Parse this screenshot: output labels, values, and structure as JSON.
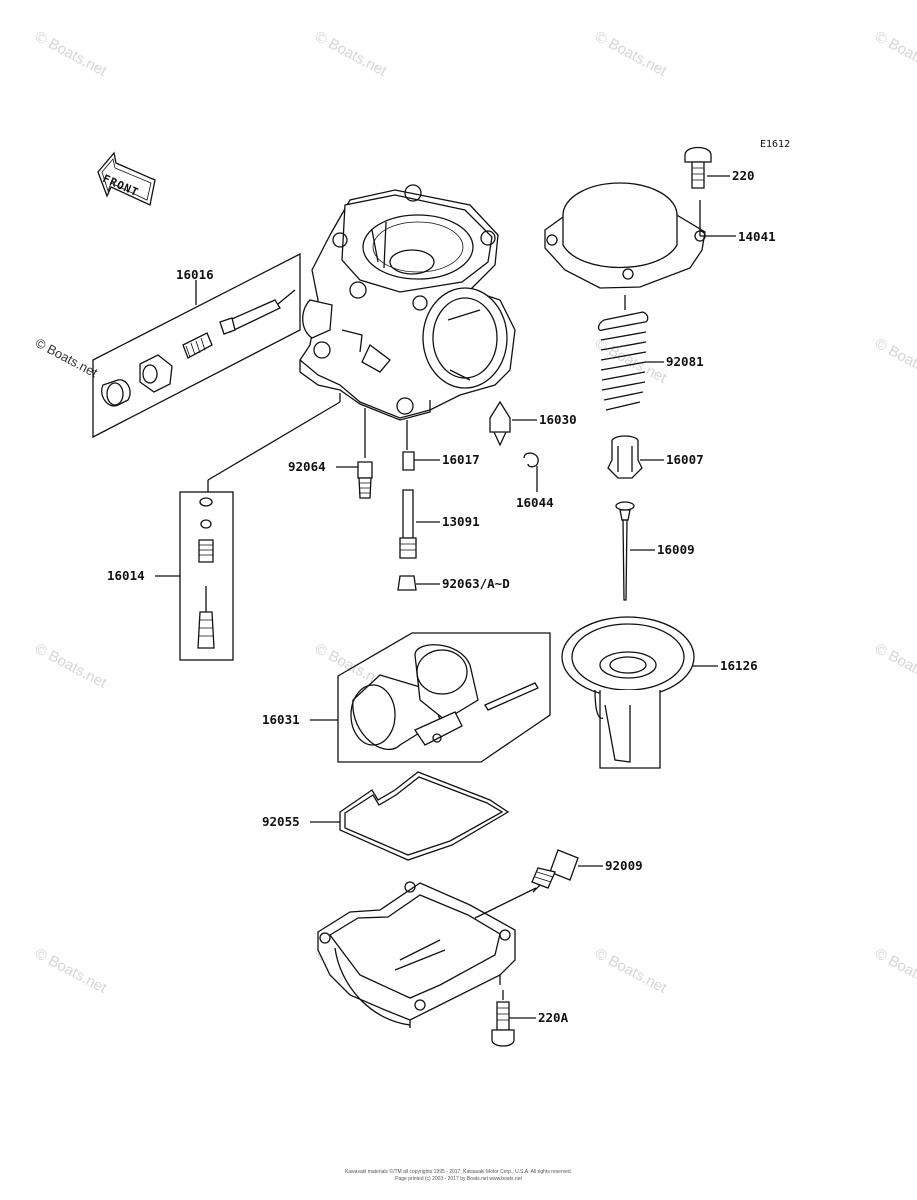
{
  "diagram": {
    "code": "E1612",
    "front_label": "FRONT",
    "watermark": "© Boats.net",
    "labels": {
      "p220": "220",
      "p14041": "14041",
      "p16016": "16016",
      "p92081": "92081",
      "p16030": "16030",
      "p16017": "16017",
      "p92064": "92064",
      "p16007": "16007",
      "p16044": "16044",
      "p13091": "13091",
      "p16009": "16009",
      "p16014": "16014",
      "p92063": "92063/A~D",
      "p16126": "16126",
      "p16031": "16031",
      "p92055": "92055",
      "p92009": "92009",
      "p220A": "220A"
    },
    "footer_line1": "Kawasaki materials ©/TM all copyrights 1995 - 2017, Kawasaki Motor Corp., U.S.A. All rights reserved.",
    "footer_line2": "Page printed (c) 2003 - 2017 by Boats.net www.boats.net"
  }
}
